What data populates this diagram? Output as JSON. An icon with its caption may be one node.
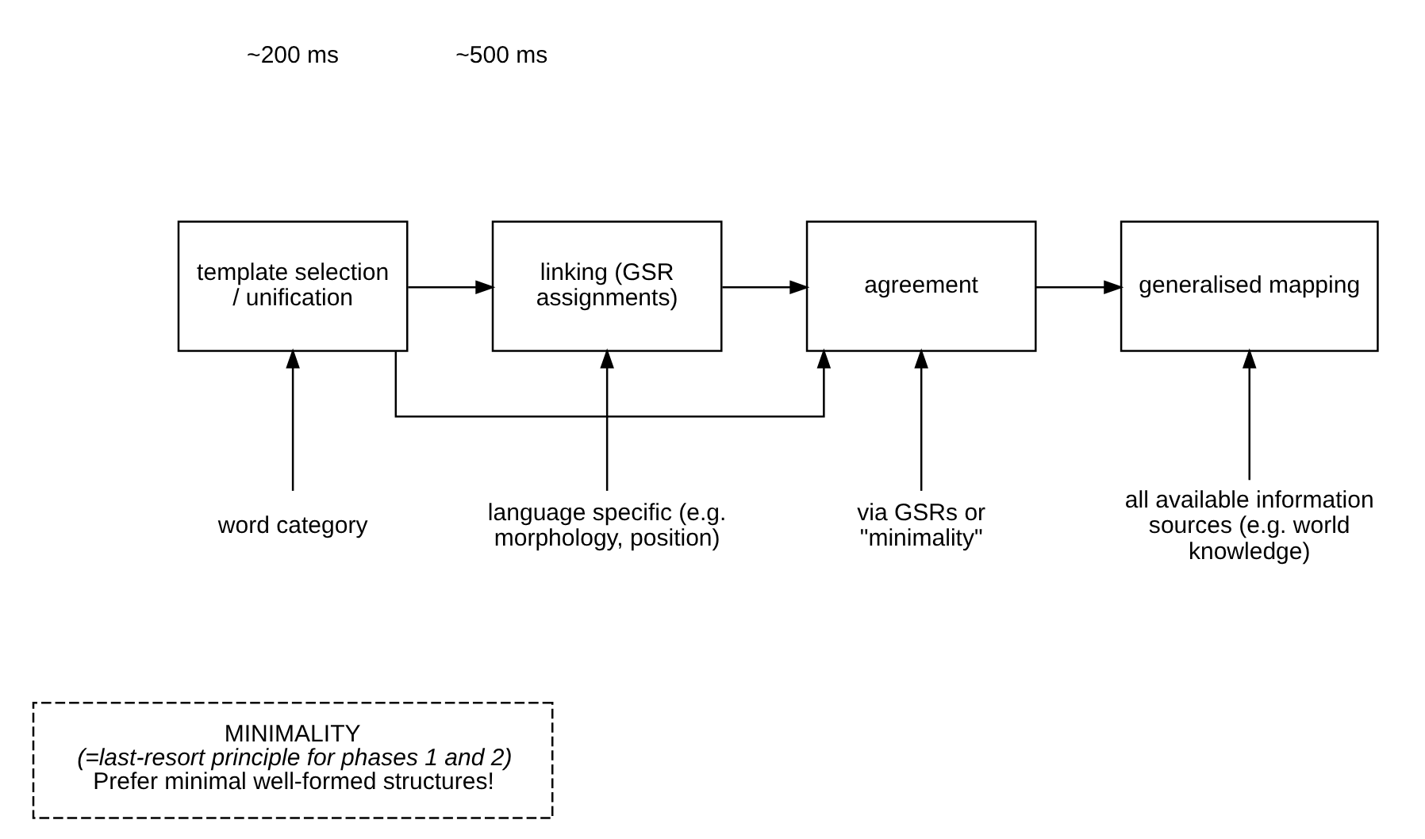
{
  "diagram": {
    "nodes": [
      {
        "text": [
          "template selection / unification"
        ]
      },
      {
        "text": [
          "linking (GSR assignments)"
        ]
      },
      {
        "text": [
          "agreement"
        ]
      },
      {
        "text": [
          "generalised mapping"
        ]
      },
      {
        "text": [
          "word category"
        ]
      },
      {
        "text": [
          "language specific (e.g. morphology, position)"
        ]
      },
      {
        "text": [
          "via GSRs or \"minimality\""
        ]
      },
      {
        "text": [
          "all available information sources (e.g. world knowledge)"
        ]
      },
      {
        "text": [
          "MINIMALITY",
          "(=last-resort principle for phases 1 and 2)",
          "Prefer minimal well-formed structures!"
        ]
      }
    ],
    "edges": [
      {
        "from": 0,
        "to": 1,
        "arrow": "to"
      },
      {
        "from": 1,
        "to": 2,
        "arrow": "to"
      },
      {
        "from": 2,
        "to": 3,
        "arrow": "to"
      },
      {
        "from": 0,
        "to": 2,
        "arrow": "to"
      },
      {
        "from": 4,
        "to": 0,
        "arrow": "to"
      },
      {
        "from": 5,
        "to": 1,
        "arrow": "to"
      },
      {
        "from": 6,
        "to": 2,
        "arrow": "to"
      },
      {
        "from": 7,
        "to": 3,
        "arrow": "to"
      }
    ],
    "labels": [
      "~200 ms",
      "~500 ms"
    ]
  }
}
